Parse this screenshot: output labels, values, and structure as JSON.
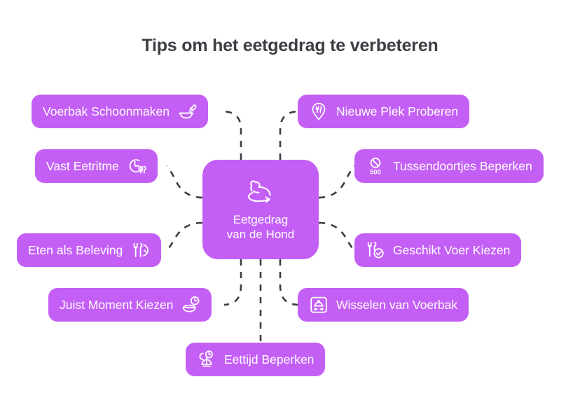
{
  "title": "Tips om het eetgedrag te verbeteren",
  "colors": {
    "node_fill": "#c45ff5",
    "node_text": "#ffffff",
    "title_text": "#3d3d44",
    "connector": "#3c3c46",
    "background": "#ffffff"
  },
  "center": {
    "icon": "dog-lying-icon",
    "line1": "Eetgedrag",
    "line2": "van de Hond"
  },
  "branches": [
    {
      "id": "voerbak-schoonmaken",
      "label": "Voerbak Schoonmaken",
      "icon": "bowl-brush-icon",
      "side": "left",
      "icon_side": "right"
    },
    {
      "id": "vast-eetritme",
      "label": "Vast Eetritme",
      "icon": "clock-cutlery-icon",
      "side": "left",
      "icon_side": "right"
    },
    {
      "id": "eten-als-beleving",
      "label": "Eten als Beleving",
      "icon": "cutlery-head-icon",
      "side": "left",
      "icon_side": "right"
    },
    {
      "id": "juist-moment-kiezen",
      "label": "Juist Moment Kiezen",
      "icon": "bowl-clock-icon",
      "side": "left",
      "icon_side": "right"
    },
    {
      "id": "eettijd-beperken",
      "label": "Eettijd Beperken",
      "icon": "timer-stand-icon",
      "side": "bottom",
      "icon_side": "left"
    },
    {
      "id": "nieuwe-plek-proberen",
      "label": "Nieuwe Plek Proberen",
      "icon": "map-pin-cutlery-icon",
      "side": "right",
      "icon_side": "left"
    },
    {
      "id": "tussendoortjes-beperken",
      "label": "Tussendoortjes Beperken",
      "icon": "no-calories-500-icon",
      "side": "right",
      "icon_side": "left",
      "icon_text": "500"
    },
    {
      "id": "geschikt-voer-kiezen",
      "label": "Geschikt Voer Kiezen",
      "icon": "cutlery-check-icon",
      "side": "right",
      "icon_side": "left"
    },
    {
      "id": "wisselen-van-voerbak",
      "label": "Wisselen van Voerbak",
      "icon": "dish-swap-icon",
      "side": "right",
      "icon_side": "left"
    }
  ]
}
